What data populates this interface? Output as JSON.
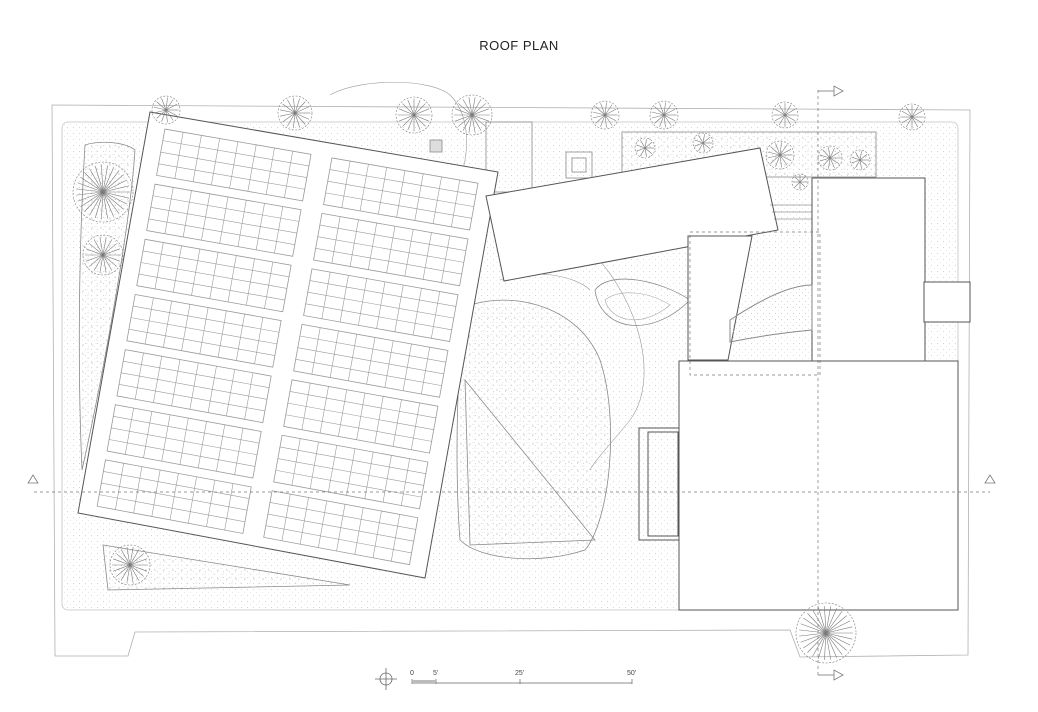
{
  "title": "ROOF PLAN",
  "scale_bar": {
    "ticks": [
      "0",
      "5'",
      "25'",
      "50'"
    ]
  },
  "icons": {
    "north": "north-arrow-icon",
    "section": "section-marker-icon",
    "tree": "tree-icon",
    "shrub": "shrub-icon"
  },
  "colors": {
    "line": "#8a8a8a",
    "line_dark": "#555555",
    "paving": "#f4f4f4",
    "panel": "#ffffff",
    "panel_line": "#9a9a9a"
  }
}
